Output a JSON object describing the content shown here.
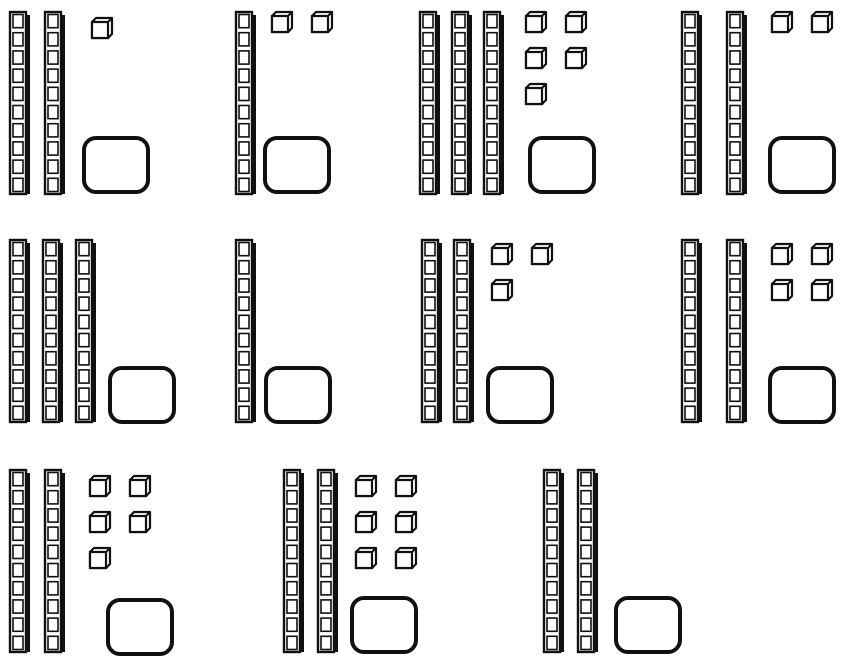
{
  "worksheet": {
    "problems": [
      {
        "tens": 2,
        "ones": 1,
        "answer": ""
      },
      {
        "tens": 1,
        "ones": 2,
        "answer": ""
      },
      {
        "tens": 3,
        "ones": 5,
        "answer": ""
      },
      {
        "tens": 2,
        "ones": 2,
        "answer": ""
      },
      {
        "tens": 3,
        "ones": 0,
        "answer": ""
      },
      {
        "tens": 1,
        "ones": 0,
        "answer": ""
      },
      {
        "tens": 2,
        "ones": 3,
        "answer": ""
      },
      {
        "tens": 2,
        "ones": 4,
        "answer": ""
      },
      {
        "tens": 2,
        "ones": 5,
        "answer": ""
      },
      {
        "tens": 2,
        "ones": 6,
        "answer": ""
      },
      {
        "tens": 2,
        "ones": 0,
        "answer": ""
      }
    ]
  },
  "colors": {
    "ink": "#111111",
    "paper": "#ffffff"
  }
}
